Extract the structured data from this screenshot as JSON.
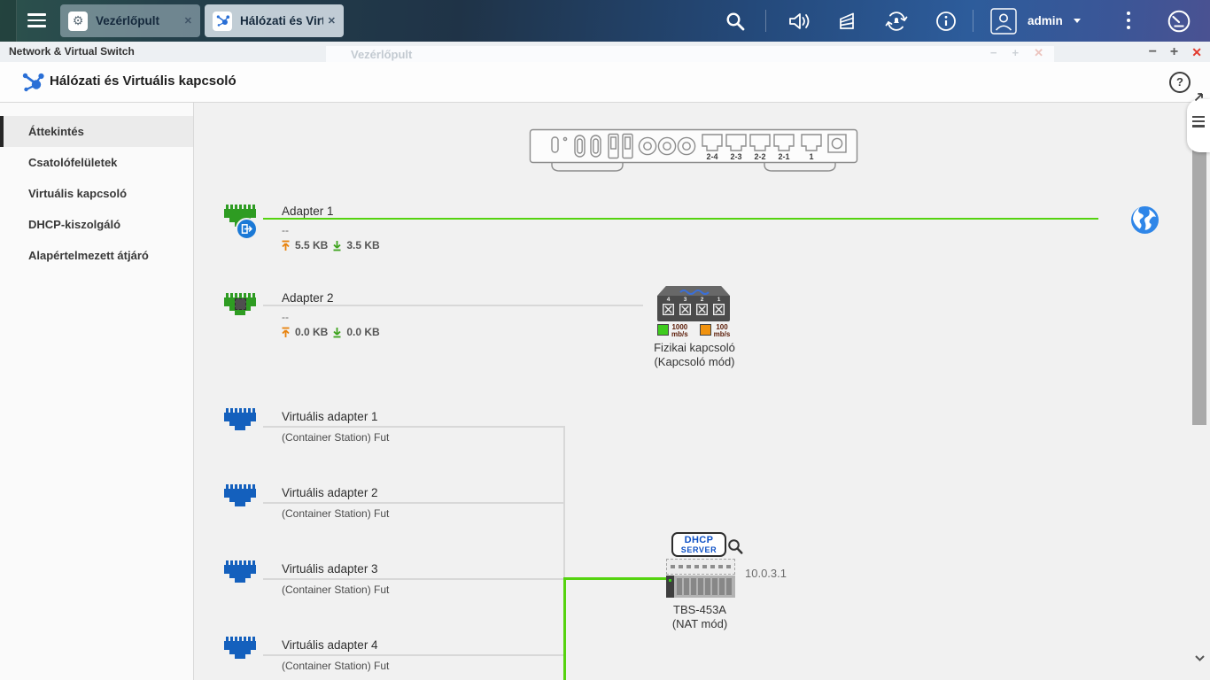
{
  "topbar": {
    "tabs": [
      {
        "label": "Vezérlőpult",
        "close": "✕"
      },
      {
        "label": "Hálózati és Virt...",
        "close": "✕"
      }
    ],
    "user_label": "admin",
    "icon_names": [
      "search-icon",
      "volume-icon",
      "background-tasks-icon",
      "notifications-icon",
      "info-icon",
      "user-avatar-icon",
      "more-options-icon",
      "resource-monitor-icon"
    ]
  },
  "window": {
    "title": "Network & Virtual Switch",
    "controls": {
      "minimize": "−",
      "maximize": "+",
      "close": "✕"
    },
    "ghost": {
      "title": "Vezérlőpult",
      "minimize": "−",
      "maximize": "+",
      "close": "✕"
    }
  },
  "app": {
    "title": "Hálózati és Virtuális kapcsoló",
    "help": "?"
  },
  "sidebar": {
    "items": [
      {
        "label": "Áttekintés",
        "active": true
      },
      {
        "label": "Csatolófelületek",
        "active": false
      },
      {
        "label": "Virtuális kapcsoló",
        "active": false
      },
      {
        "label": "DHCP-kiszolgáló",
        "active": false
      },
      {
        "label": "Alapértelmezett átjáró",
        "active": false
      }
    ]
  },
  "device_rear": {
    "port_labels": [
      "2-4",
      "2-3",
      "2-2",
      "2-1",
      "1"
    ]
  },
  "adapters": [
    {
      "name": "Adapter 1",
      "status": "--",
      "upload": "5.5 KB",
      "download": "3.5 KB"
    },
    {
      "name": "Adapter 2",
      "status": "--",
      "upload": "0.0 KB",
      "download": "0.0 KB"
    }
  ],
  "physical_switch": {
    "name": "Fizikai kapcsoló",
    "mode": "(Kapcsoló mód)",
    "port_labels": [
      "4",
      "3",
      "2",
      "1"
    ],
    "legend": [
      {
        "speed": "1000",
        "unit": "mb/s",
        "color": "#3ecb1e"
      },
      {
        "speed": "100",
        "unit": "mb/s",
        "color": "#f0920e"
      }
    ]
  },
  "virtual_adapters": [
    {
      "name": "Virtuális adapter 1",
      "status": "(Container Station) Fut"
    },
    {
      "name": "Virtuális adapter 2",
      "status": "(Container Station) Fut"
    },
    {
      "name": "Virtuális adapter 3",
      "status": "(Container Station) Fut"
    },
    {
      "name": "Virtuális adapter 4",
      "status": "(Container Station) Fut"
    }
  ],
  "nat_device": {
    "badge_top": "DHCP",
    "badge_bottom": "SERVER",
    "ip": "10.0.3.1",
    "model": "TBS-453A",
    "mode": "(NAT mód)"
  },
  "colors": {
    "link_active": "#55d30f",
    "link_idle": "#d8d8d8",
    "adapter_green": "#2e9c22",
    "adapter_blue": "#1460bd",
    "accent_blue": "#2a6fd6",
    "upload_orange": "#e8820c",
    "download_green": "#3da31d",
    "close_red": "#e23a2e"
  }
}
